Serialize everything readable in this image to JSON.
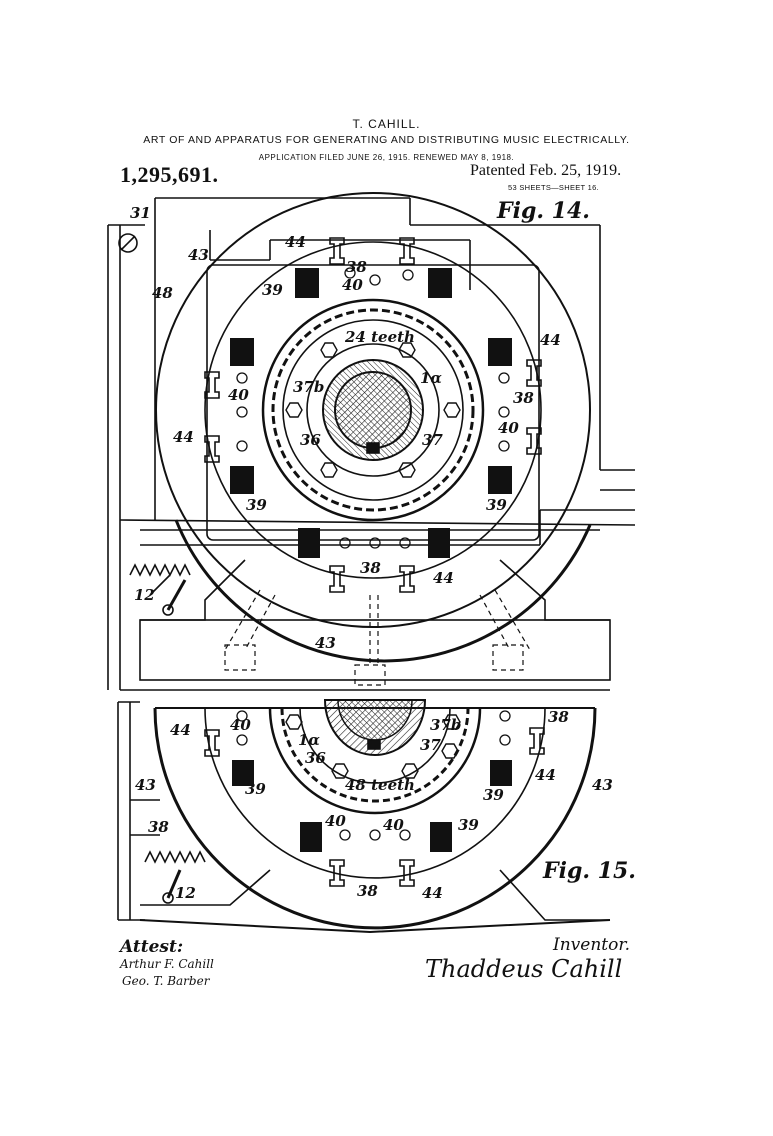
{
  "header": {
    "inventor": "T. CAHILL.",
    "title": "ART OF AND APPARATUS FOR GENERATING AND DISTRIBUTING MUSIC ELECTRICALLY.",
    "application": "APPLICATION FILED JUNE 26, 1915. RENEWED MAY 8, 1918.",
    "patent_number": "1,295,691.",
    "patent_date": "Patented Feb. 25, 1919.",
    "sheet": "53 SHEETS—SHEET 16."
  },
  "fig14": {
    "label": "Fig. 14.",
    "labels": {
      "l31": "31",
      "l43a": "43",
      "l44a": "44",
      "l38a": "38",
      "l40a": "40",
      "l39a": "39",
      "l48": "48",
      "teeth": "24 teeth",
      "l44b": "44",
      "l1a": "1α",
      "l37b": "37b",
      "l38b": "38",
      "l40b": "40",
      "l44c": "44",
      "l36": "36",
      "l37": "37",
      "l40c": "40",
      "l39b": "39",
      "l39c": "39",
      "l38c": "38",
      "l44d": "44",
      "l12": "12",
      "l43b": "43"
    }
  },
  "fig15": {
    "label": "Fig. 15.",
    "labels": {
      "l44a": "44",
      "l40a": "40",
      "l37b": "37b",
      "l38a": "38",
      "l1a": "1α",
      "l37": "37",
      "l36": "36",
      "l43a": "43",
      "l39a": "39",
      "teeth": "48 teeth",
      "l39b": "39",
      "l44b": "44",
      "l43b": "43",
      "l38b": "38",
      "l40b": "40",
      "l40c": "40",
      "l39c": "39",
      "l12": "12",
      "l38c": "38",
      "l44c": "44"
    }
  },
  "signatures": {
    "attest": "Attest:",
    "witness1": "Arthur F. Cahill",
    "witness2": "Geo. T. Barber",
    "inventor_label": "Inventor.",
    "inventor_signature": "Thaddeus Cahill"
  }
}
